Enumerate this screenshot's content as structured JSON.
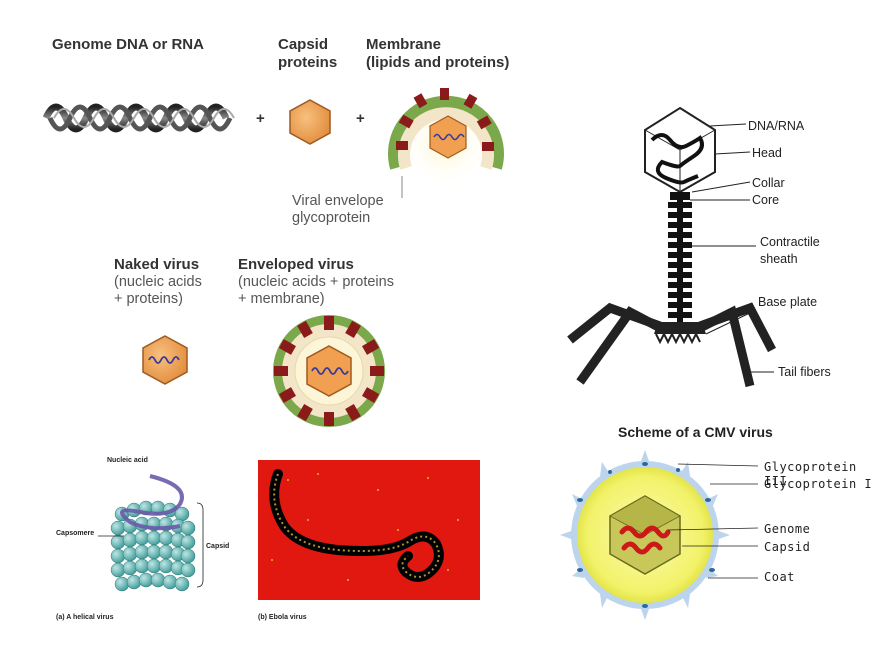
{
  "top_labels": {
    "genome": "Genome DNA or RNA",
    "capsid_line1": "Capsid",
    "capsid_line2": "proteins",
    "membrane_line1": "Membrane",
    "membrane_line2": "(lipids and proteins)",
    "plus1": "+",
    "plus2": "+",
    "envelope_line1": "Viral envelope",
    "envelope_line2": "glycoprotein"
  },
  "virus_types": {
    "naked_title": "Naked virus",
    "naked_sub1": "(nucleic acids",
    "naked_sub2": "+ proteins)",
    "enveloped_title": "Enveloped virus",
    "enveloped_sub1": "(nucleic acids + proteins",
    "enveloped_sub2": "+ membrane)"
  },
  "phage": {
    "labels": [
      "DNA/RNA",
      "Head",
      "Collar",
      "Core",
      "Contractile",
      "sheath",
      "Base plate",
      "Tail fibers"
    ]
  },
  "helical": {
    "nucleic_acid": "Nucleic acid",
    "capsomere": "Capsomere",
    "capsid": "Capsid",
    "caption_a": "(a)",
    "caption_text": "A helical virus"
  },
  "ebola": {
    "caption_b": "(b)",
    "caption_text": "Ebola virus"
  },
  "cmv": {
    "title": "Scheme of a CMV virus",
    "labels": [
      "Glycoprotein III",
      "Glycoprotein I",
      "Genome",
      "Capsid",
      "Coat"
    ]
  },
  "colors": {
    "hex_fill": "#f0a050",
    "membrane_green": "#7aa84a",
    "membrane_red": "#8b1a1a",
    "ebola_bg": "#e01810",
    "cmv_yellow": "#f2f26a",
    "cmv_coat": "#bcd4ec"
  }
}
